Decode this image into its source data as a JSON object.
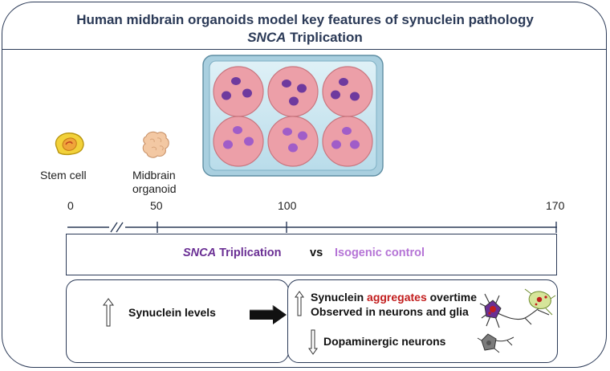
{
  "title": {
    "line1": "Human midbrain organoids model key features of synuclein pathology",
    "line2_italic": "SNCA",
    "line2_rest": " Triplication"
  },
  "stages": {
    "stem_cell": "Stem cell",
    "organoid_line1": "Midbrain",
    "organoid_line2": "organoid"
  },
  "timeline": {
    "ticks": [
      "0",
      "50",
      "100",
      "170"
    ]
  },
  "comparison": {
    "left_italic": "SNCA",
    "left_rest": " Triplication",
    "vs": "vs",
    "right": "Isogenic control"
  },
  "results_left": {
    "text": "Synuclein levels"
  },
  "results_right": {
    "line1_a": "Synuclein ",
    "line1_b": "aggregates",
    "line1_c": " overtime",
    "line2": "Observed in neurons and glia",
    "line3": "Dopaminergic neurons"
  },
  "colors": {
    "frame": "#2b3a57",
    "snca": "#6a2f94",
    "isogenic": "#b574d6",
    "aggregates": "#c21d1d",
    "well": "#ec9fa8",
    "organoid_dark": "#6e3a9e",
    "organoid_light": "#a05dc8"
  }
}
